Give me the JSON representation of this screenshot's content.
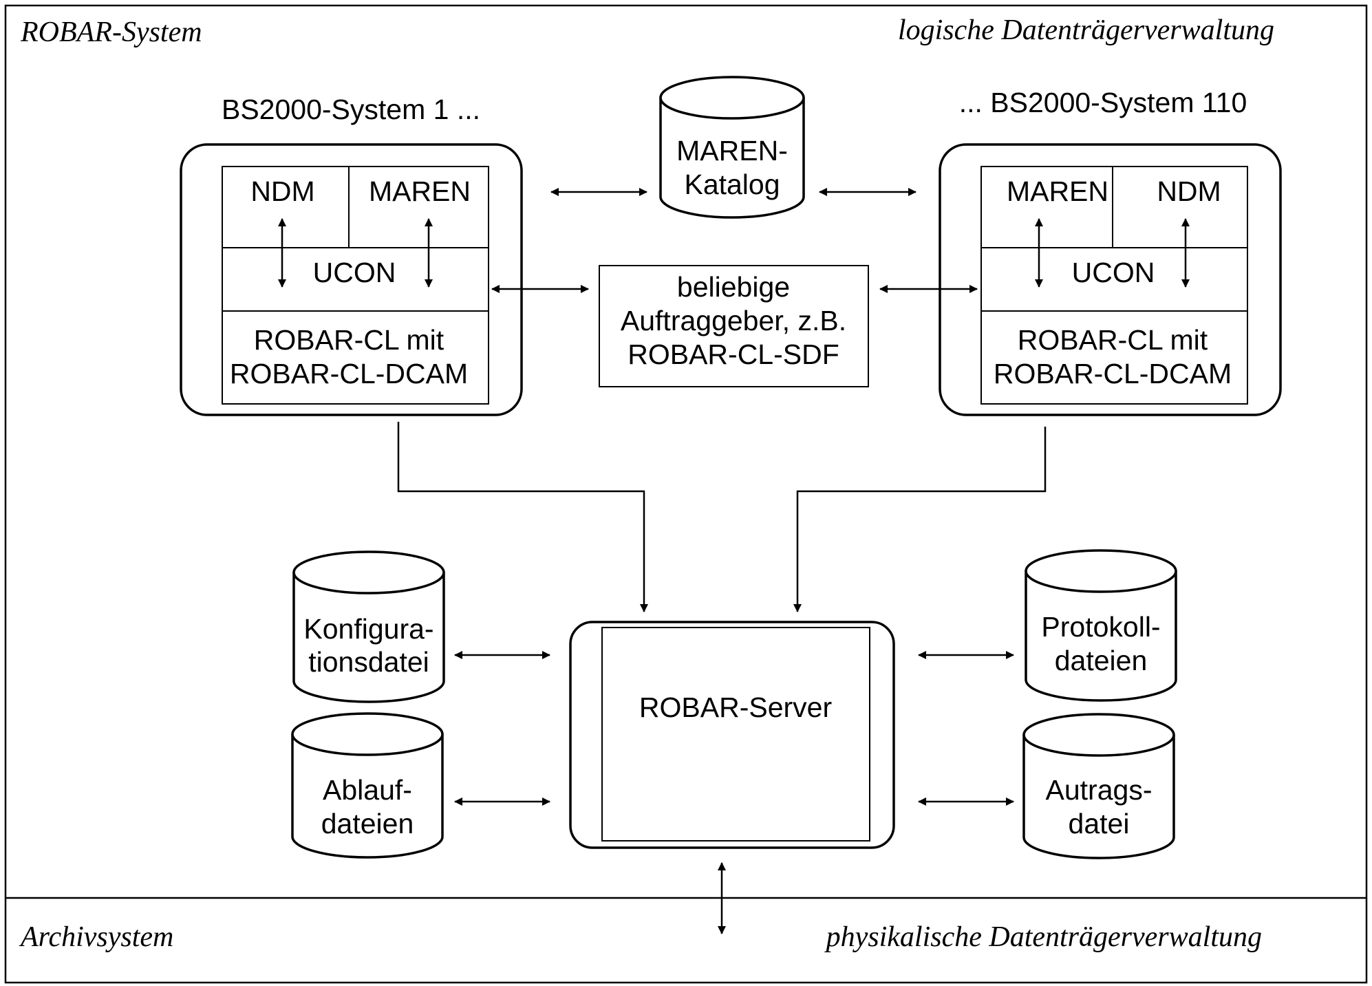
{
  "regions": {
    "top_left": "ROBAR-System",
    "top_right": "logische Datenträgerverwaltung",
    "bottom_left": "Archivsystem",
    "bottom_right": "physikalische Datenträgerverwaltung"
  },
  "systems": {
    "left": {
      "title": "BS2000-System 1 ...",
      "cell_a": "NDM",
      "cell_b": "MAREN",
      "ucon": "UCON",
      "robar_line1": "ROBAR-CL mit",
      "robar_line2": "ROBAR-CL-DCAM"
    },
    "right": {
      "title": "... BS2000-System 110",
      "cell_a": "MAREN",
      "cell_b": "NDM",
      "ucon": "UCON",
      "robar_line1": "ROBAR-CL mit",
      "robar_line2": "ROBAR-CL-DCAM"
    }
  },
  "maren_katalog": {
    "line1": "MAREN-",
    "line2": "Katalog"
  },
  "auftraggeber": {
    "line1": "beliebige",
    "line2": "Auftraggeber, z.B.",
    "line3": "ROBAR-CL-SDF"
  },
  "server": {
    "label": "ROBAR-Server"
  },
  "files": {
    "konfiguration": {
      "line1": "Konfigura-",
      "line2": "tionsdatei"
    },
    "ablauf": {
      "line1": "Ablauf-",
      "line2": "dateien"
    },
    "protokoll": {
      "line1": "Protokoll-",
      "line2": "dateien"
    },
    "auftrag": {
      "line1": "Autrags-",
      "line2": "datei"
    }
  }
}
